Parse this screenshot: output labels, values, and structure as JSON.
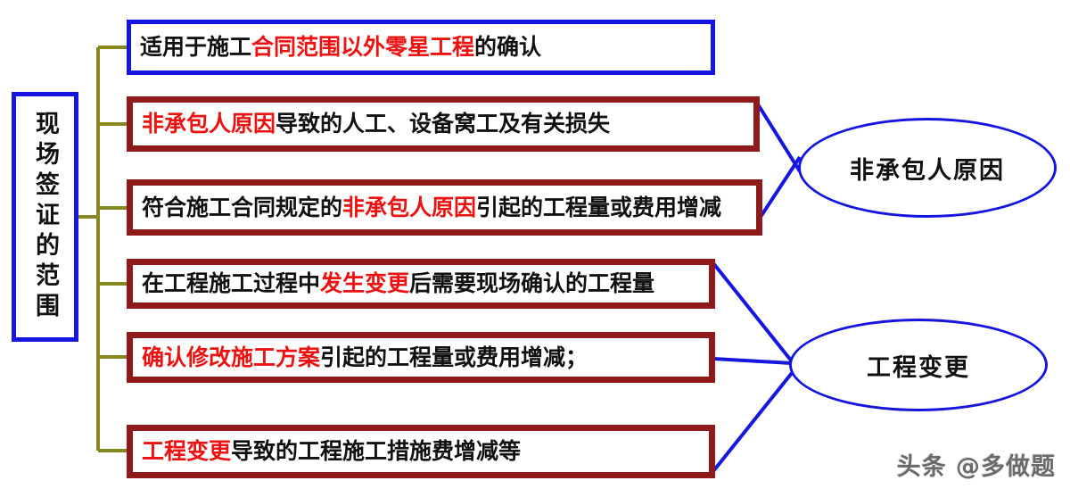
{
  "colors": {
    "blue_border": "#1515e0",
    "maroon_border": "#8f1a1a",
    "red_text": "#ee1111",
    "black_text": "#111111",
    "connector_olive": "#87871f",
    "connector_blue": "#1515e0"
  },
  "root": {
    "label": "现场签证的范围"
  },
  "items": [
    {
      "id": "item-1",
      "border": "blue",
      "segments": [
        {
          "text": "适用于施工",
          "color": "black"
        },
        {
          "text": "合同范围以外零星工程",
          "color": "red"
        },
        {
          "text": "的确认",
          "color": "black"
        }
      ]
    },
    {
      "id": "item-2",
      "border": "maroon",
      "segments": [
        {
          "text": "非承包人原因",
          "color": "red"
        },
        {
          "text": "导致的人工、设备窝工及有关损失",
          "color": "black"
        }
      ]
    },
    {
      "id": "item-3",
      "border": "maroon",
      "segments": [
        {
          "text": "符合施工合同规定的",
          "color": "black"
        },
        {
          "text": "非承包人原因",
          "color": "red"
        },
        {
          "text": "引起的工程量或费用增减",
          "color": "black"
        }
      ]
    },
    {
      "id": "item-4",
      "border": "maroon",
      "segments": [
        {
          "text": "在工程施工过程中",
          "color": "black"
        },
        {
          "text": "发生变更",
          "color": "red"
        },
        {
          "text": "后需要现场确认的工程量",
          "color": "black"
        }
      ]
    },
    {
      "id": "item-5",
      "border": "maroon",
      "segments": [
        {
          "text": " 确认修改施工方案",
          "color": "red"
        },
        {
          "text": "引起的工程量或费用增减；",
          "color": "black"
        }
      ]
    },
    {
      "id": "item-6",
      "border": "maroon",
      "segments": [
        {
          "text": "工程变更",
          "color": "red"
        },
        {
          "text": "导致的工程施工措施费增减等",
          "color": "black"
        }
      ]
    }
  ],
  "groups": [
    {
      "id": "group-1",
      "label": "非承包人原因"
    },
    {
      "id": "group-2",
      "label": "工程变更"
    }
  ],
  "watermark": {
    "text": "头条 @多做题"
  }
}
